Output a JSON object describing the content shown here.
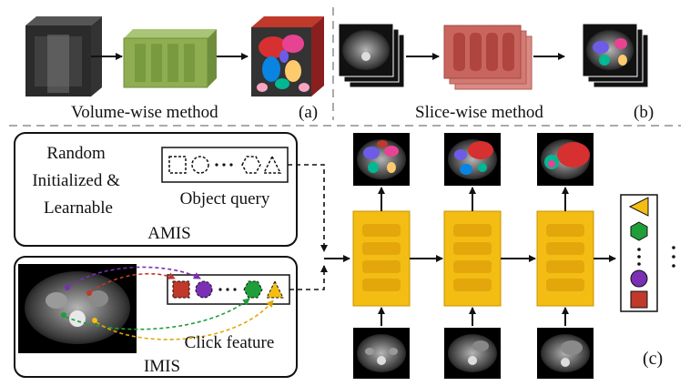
{
  "panel_a": {
    "label": "Volume-wise method",
    "tag": "(a)"
  },
  "panel_b": {
    "label": "Slice-wise method",
    "tag": "(b)"
  },
  "panel_c": {
    "tag": "(c)"
  },
  "amis": {
    "title": "AMIS",
    "desc_lines": [
      "Random",
      "Initialized &",
      "Learnable"
    ],
    "query_label": "Object query"
  },
  "imis": {
    "title": "IMIS",
    "click_label": "Click feature"
  },
  "colors": {
    "encoder_green": "#8fae52",
    "slice_block": "#c9655f",
    "decoder_yellow": "#f3bd14",
    "query_red": "#c0392b",
    "query_purple": "#7a2fb4",
    "query_green": "#1f9e3a",
    "query_yellow": "#f3bd14",
    "dashed_arrow": "#222222"
  },
  "icons": [
    "triangle-icon",
    "hexagon-icon",
    "circle-icon",
    "square-icon"
  ]
}
